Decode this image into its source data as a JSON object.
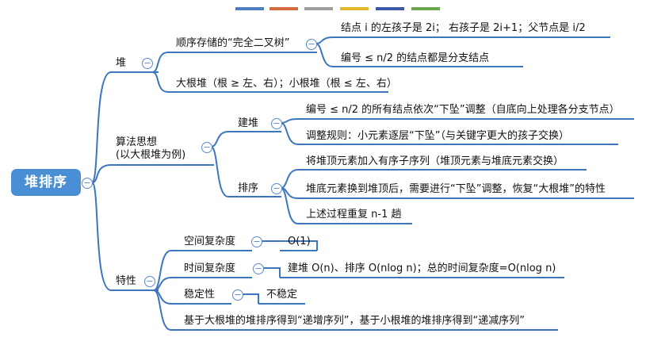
{
  "legend_colors": [
    "#4a7fc4",
    "#d56a3a",
    "#9e9e9e",
    "#e3b62b",
    "#3d5aa8",
    "#6aa84f"
  ],
  "line_color": "#3d75c0",
  "root": {
    "label": "堆排序"
  },
  "heap": {
    "label": "堆",
    "storage": {
      "label": "顺序存储的“完全二叉树”",
      "children_rule": "结点 i 的左孩子是 2i； 右孩子是 2i+1；父节点是 i/2",
      "branch_rule": "编号 ≤ n/2 的结点都是分支结点"
    },
    "types": "大根堆（根 ≥ 左、右）；小根堆（根 ≤ 左、右）"
  },
  "algorithm": {
    "label_line1": "算法思想",
    "label_line2": "(以大根堆为例)",
    "build": {
      "label": "建堆",
      "step1": "编号 ≤ n/2 的所有结点依次“下坠”调整（自底向上处理各分支节点）",
      "step2": "调整规则：小元素逐层“下坠”（与关键字更大的孩子交换）"
    },
    "sort": {
      "label": "排序",
      "step1": "将堆顶元素加入有序子序列（堆顶元素与堆底元素交换）",
      "step2": "堆底元素换到堆顶后，需要进行“下坠”调整，恢复“大根堆”的特性",
      "step3": "上述过程重复 n-1 趟"
    }
  },
  "properties": {
    "label": "特性",
    "space": {
      "label": "空间复杂度",
      "value": "O(1)"
    },
    "time": {
      "label": "时间复杂度",
      "value": "建堆 O(n)、排序 O(nlog n)；总的时间复杂度=O(nlog n)"
    },
    "stability": {
      "label": "稳定性",
      "value": "不稳定"
    },
    "note": "基于大根堆的堆排序得到“递增序列”，基于小根堆的堆排序得到“递减序列”"
  }
}
